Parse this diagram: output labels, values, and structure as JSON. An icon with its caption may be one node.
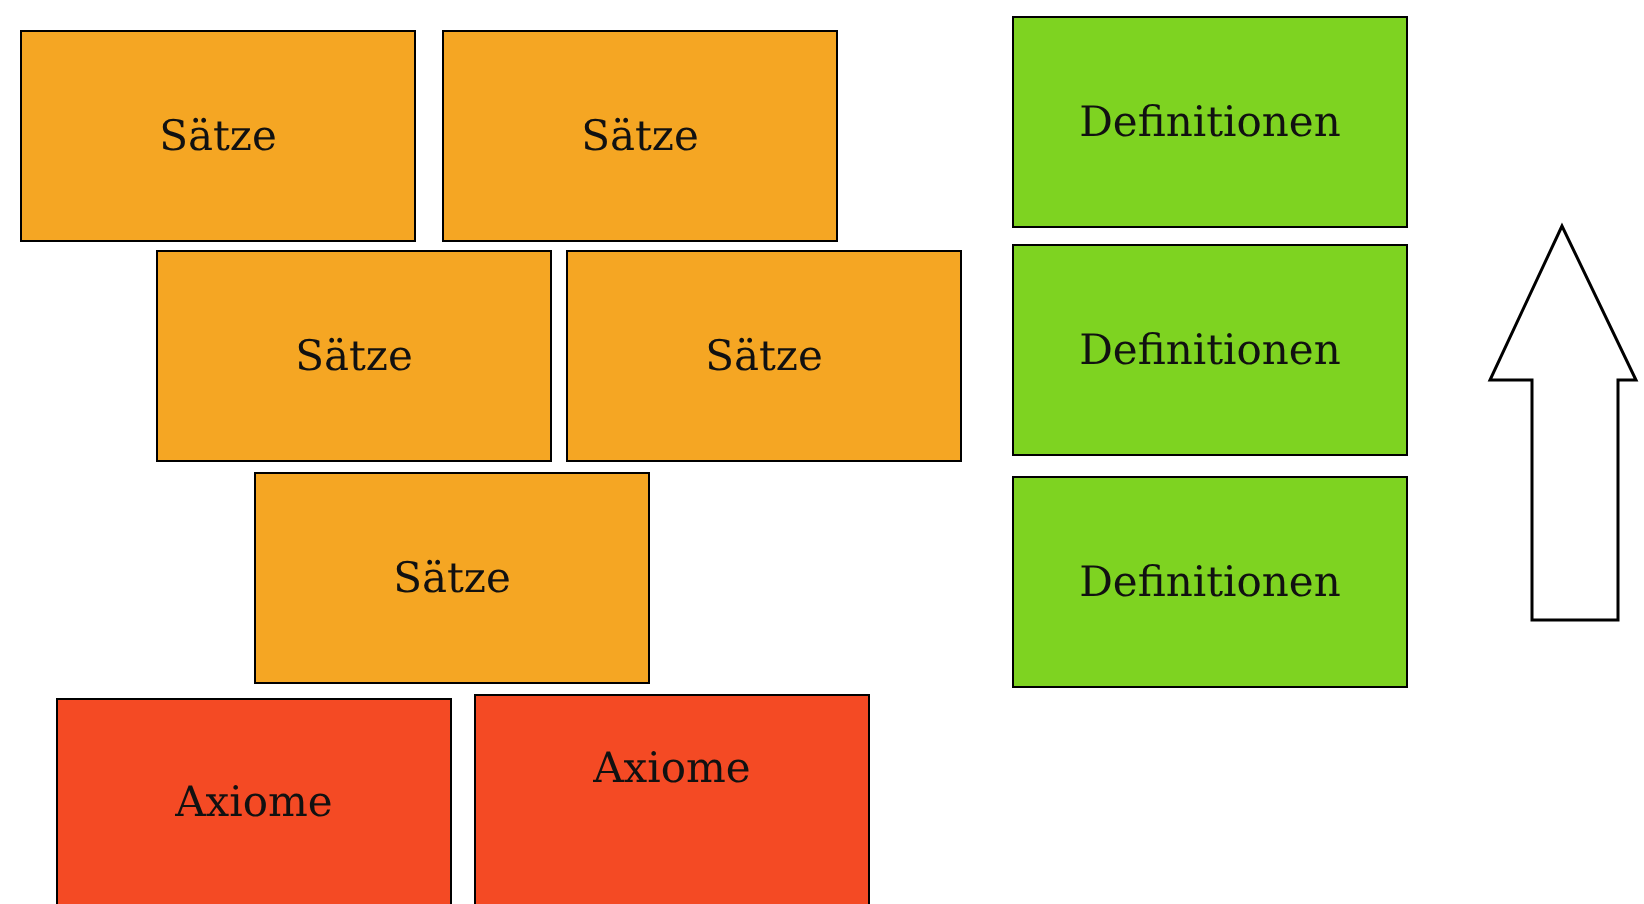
{
  "diagram": {
    "nodes": [
      {
        "text": [
          "Sätze"
        ]
      },
      {
        "text": [
          "Sätze"
        ]
      },
      {
        "text": [
          "Definitionen"
        ]
      },
      {
        "text": [
          "Sätze"
        ]
      },
      {
        "text": [
          "Sätze"
        ]
      },
      {
        "text": [
          "Definitionen"
        ]
      },
      {
        "text": [
          "Sätze"
        ]
      },
      {
        "text": [
          "Definitionen"
        ]
      },
      {
        "text": [
          "Axiome"
        ]
      },
      {
        "text": [
          "Axiome"
        ]
      }
    ]
  }
}
